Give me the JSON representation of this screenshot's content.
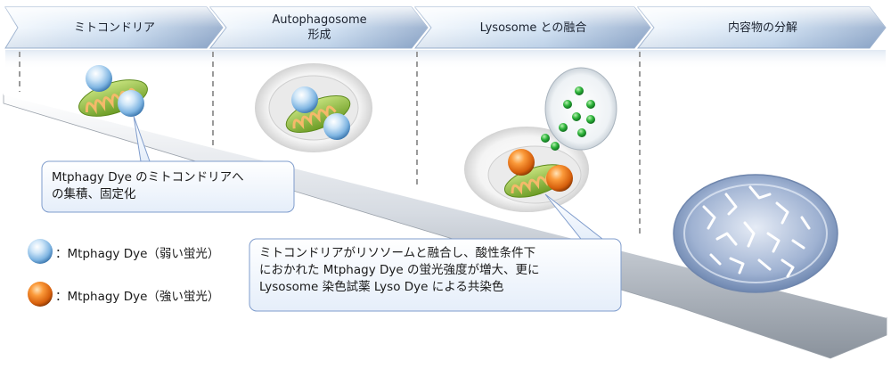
{
  "steps": [
    {
      "label": "ミトコンドリア"
    },
    {
      "label": "Autophagosome\n形成"
    },
    {
      "label": "Lysosome との融合"
    },
    {
      "label": "内容物の分解"
    }
  ],
  "callouts": {
    "accumulation": "Mtphagy Dye のミトコンドリアへ\nの集積、固定化",
    "fusion": "ミトコンドリアがリソソームと融合し、酸性条件下\nにおかれた Mtphagy Dye の蛍光強度が増大、更に\nLysosome 染色試薬 Lyso Dye による共染色"
  },
  "legend": [
    {
      "label": "：Mtphagy Dye（弱い蛍光）",
      "color": "#8fc3ea"
    },
    {
      "label": "：Mtphagy Dye（強い蛍光）",
      "color": "#f07a1c"
    }
  ],
  "colors": {
    "weak_dye": "#8fc3ea",
    "strong_dye": "#f07a1c",
    "lyso_dye": "#2eaa3c",
    "mitochondria": "#8cbf3e",
    "arrow_light": "#eef5fc",
    "arrow_dark": "#93abcc"
  }
}
